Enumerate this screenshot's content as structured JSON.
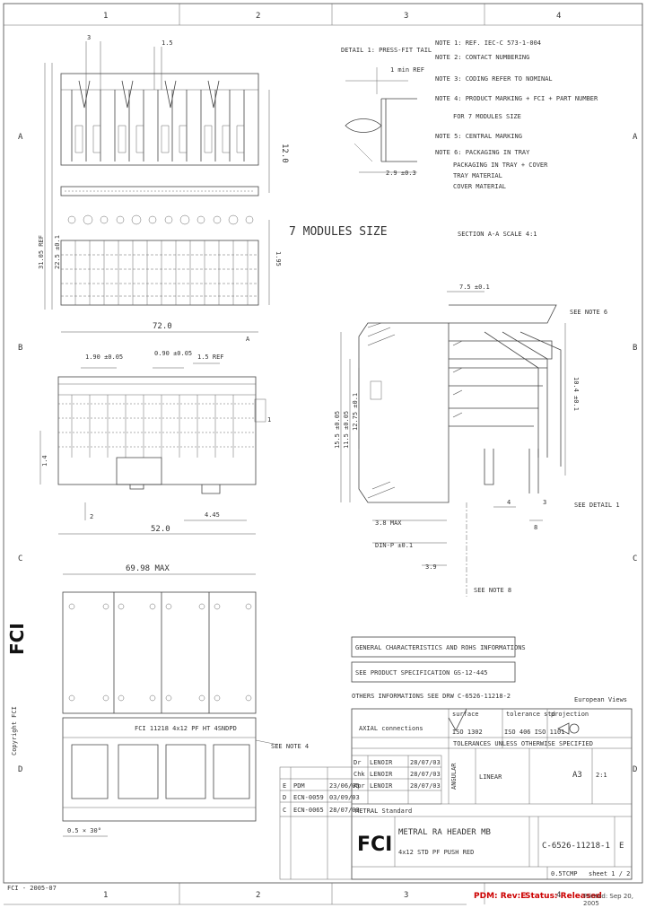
{
  "frame": {
    "columns": [
      "1",
      "2",
      "3",
      "4"
    ],
    "rows": [
      "A",
      "B",
      "C",
      "D"
    ]
  },
  "notes": {
    "note1": "NOTE 1: REF. IEC-C 573-1-004",
    "note2": "NOTE 2: CONTACT NUMBERING",
    "note3": "NOTE 3: CODING REFER TO NOMINAL",
    "note4": "NOTE 4: PRODUCT MARKING + FCI + PART NUMBER",
    "note4b": "FOR 7 MODULES SIZE",
    "note5": "NOTE 5: CENTRAL MARKING",
    "note6": "NOTE 6: PACKAGING IN TRAY",
    "note6b": "PACKAGING IN TRAY + COVER",
    "note6c": "TRAY MATERIAL",
    "note6d": "COVER MATERIAL"
  },
  "detail_title": "DETAIL 1: PRESS-FIT TAIL",
  "detail_ref": "1 min REF",
  "detail_dim": "2.9 ±0.3",
  "modules_label": "7 MODULES SIZE",
  "section_label": "SECTION A-A SCALE 4:1",
  "dims": {
    "top_a": "3",
    "top_b": "1.5",
    "height_12": "12.0",
    "side_long": "31.05 REF",
    "side_b": "22.5 ±0.1",
    "width_720": "72.0",
    "b_1": "1.90 ±0.05",
    "b_2": "0.90 ±0.05",
    "b_3": "1.5 REF",
    "b_4": "A",
    "b_5": "2",
    "b_6": "4.45",
    "b_7": "52.0",
    "b_8": "1.4",
    "b_9": "1",
    "sec_top": "7.5 ±0.1",
    "sec_ref": "15.5 ±0.05",
    "sec_v": "11.5 ±0.05",
    "sec_v2": "12.75 ±0.1",
    "sec_r": "10.4 ±0.1",
    "sec_4": "4",
    "sec_3": "3",
    "sec_8": "8",
    "sec_38": "3.8 MAX",
    "sec_tip": "DIN-P ±0.1",
    "sec_39": "3.9",
    "c_width": "69.98 MAX",
    "c_bot": "0.5 × 30°"
  },
  "see_note_6": "SEE NOTE 6",
  "see_detail_1": "SEE DETAIL 1",
  "see_note_8": "SEE NOTE 8",
  "see_note_4": "SEE NOTE 4",
  "marking": "FCI 11218 4x12 PF HT 4SNDPD",
  "general_title": "GENERAL CHARACTERISTICS AND ROHS INFORMATIONS",
  "see_spec": "SEE PRODUCT SPECIFICATION GS-12-445",
  "others": "OTHERS INFORMATIONS SEE DRW C-6526-11218-2",
  "european_views": "European Views",
  "title_block": {
    "conn_label": "AXIAL connections",
    "surface_label": "surface",
    "tolerance_label": "tolerance std",
    "projection_label": "projection",
    "iso1": "ISO 1302",
    "iso2": "ISO 406 ISO 1101",
    "unless": "TOLERANCES UNLESS OTHERWISE SPECIFIED",
    "angular": "ANGULAR",
    "linear": "LINEAR",
    "format": "A3",
    "scale": "2:1",
    "product_family": "METRAL Standard",
    "title_main": "METRAL RA HEADER MB",
    "title_sub": "4x12 STD PF PUSH RED",
    "drawing_no": "C-6526-11218-1",
    "rev": "E",
    "code": "0.5TCMP",
    "sheet": "sheet 1 / 2",
    "logo": "FCI",
    "side_logo": "FCI",
    "side_copy": "Copyright FCI"
  },
  "revisions": [
    {
      "rev": "E",
      "desc": "PDM",
      "date": "23/06/05"
    },
    {
      "rev": "D",
      "desc": "ECN-0059",
      "date": "03/09/03"
    },
    {
      "rev": "C",
      "desc": "ECN-0065",
      "date": "28/07/03"
    }
  ],
  "approvals": [
    {
      "role": "Dr",
      "name": "LENOIR",
      "date": "28/07/03"
    },
    {
      "role": "Chk",
      "name": "LENOIR",
      "date": "28/07/03"
    },
    {
      "role": "Apr",
      "name": "LENOIR",
      "date": "28/07/03"
    }
  ],
  "footer_left": "FCI - 2005-07",
  "pdm": "PDM: Rev:E",
  "status": "Status: Released",
  "printed": "Printed: Sep 20, 2005"
}
